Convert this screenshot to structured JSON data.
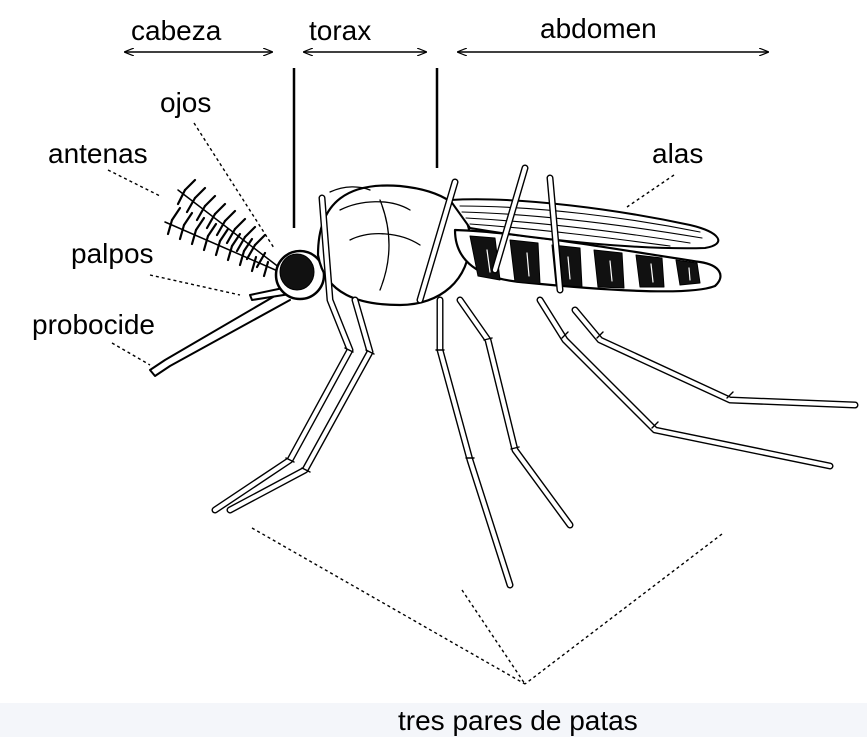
{
  "figure": {
    "labels": {
      "cabeza": "cabeza",
      "torax": "torax",
      "abdomen": "abdomen",
      "ojos": "ojos",
      "antenas": "antenas",
      "palpos": "palpos",
      "probocide": "probocide",
      "alas": "alas",
      "patas": "tres pares de patas"
    }
  },
  "colors": {
    "ink": "#000000",
    "background": "#ffffff",
    "bottom_band": "#f4f6fa"
  }
}
